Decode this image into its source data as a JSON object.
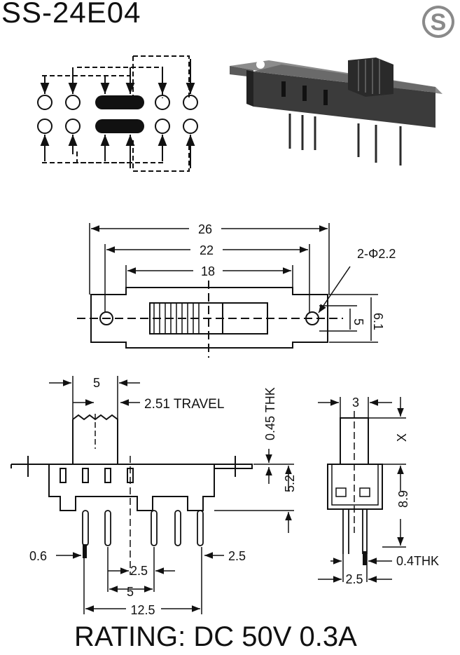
{
  "part_number": "SS-24E04",
  "logo_letter": "S",
  "rating": "RATING: DC 50V 0.3A",
  "dims": {
    "d26": "26",
    "d22": "22",
    "d18": "18",
    "holes": "2-Φ2.2",
    "d5_right": "5",
    "d6_1": "6.1",
    "d5_top": "5",
    "travel": "2.51 TRAVEL",
    "thk045": "0.45 THK",
    "d5_2": "5.2",
    "d0_6": "0.6",
    "d2_5_right": "2.5",
    "d2_5_mid": "2.5",
    "d5_bottom": "5",
    "d12_5": "12.5",
    "d3": "3",
    "dx": "X",
    "d8_9": "8.9",
    "thk04": "0.4THK",
    "d2_5_side": "2.5"
  },
  "colors": {
    "ink": "#111111",
    "photo_body": "#3a3a3a",
    "photo_top": "#9a9a9a"
  }
}
